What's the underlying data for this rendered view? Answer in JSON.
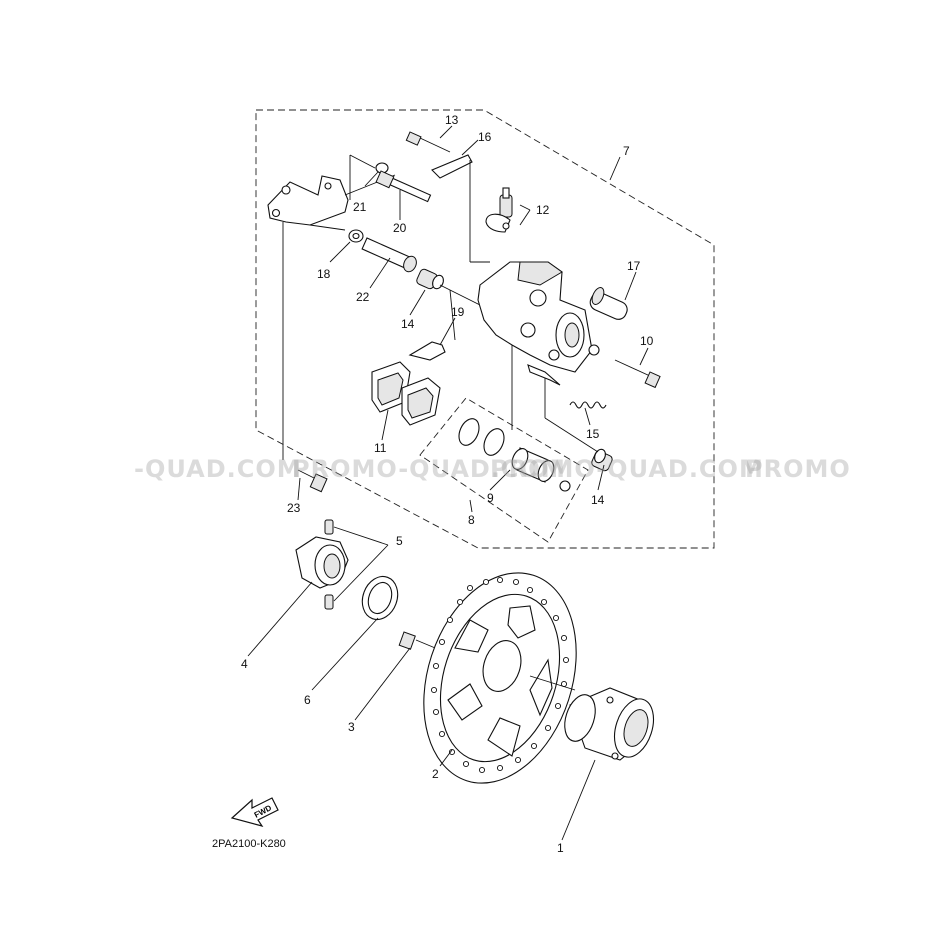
{
  "watermark": {
    "segments": [
      "-QUAD.COM",
      "PROMO-QUAD.COM",
      "PROMO-QUAD.COM",
      "PROMO"
    ]
  },
  "diagram_code": "2PA2100-K280",
  "fwd_label": "FWD",
  "part_numbers": [
    "1",
    "2",
    "3",
    "4",
    "5",
    "6",
    "7",
    "8",
    "9",
    "10",
    "11",
    "12",
    "13",
    "14",
    "14",
    "15",
    "16",
    "17",
    "18",
    "19",
    "20",
    "21",
    "22",
    "23"
  ]
}
